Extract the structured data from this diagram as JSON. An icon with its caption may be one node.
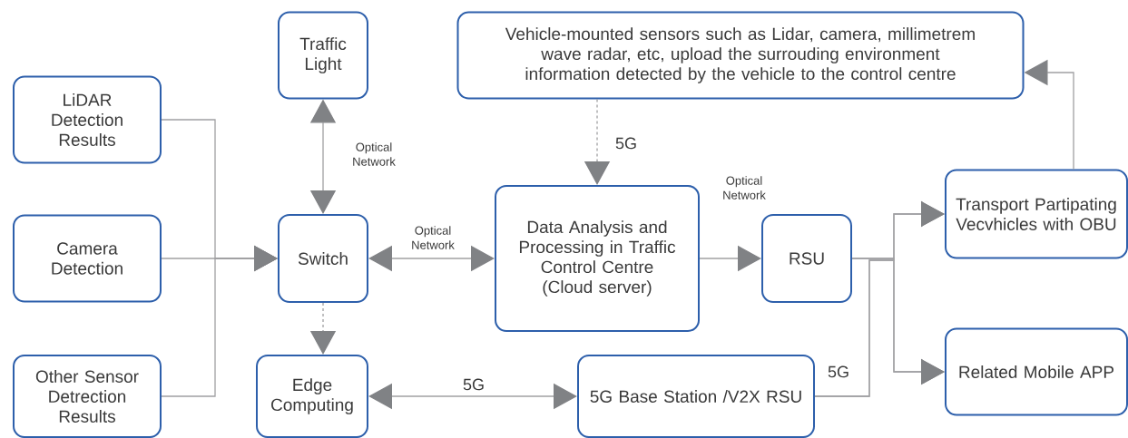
{
  "diagram": {
    "nodes": [
      {
        "text": [
          "LiDAR Detection Results"
        ]
      },
      {
        "text": [
          "Camera Detection"
        ]
      },
      {
        "text": [
          "Other Sensor Detrection Results"
        ]
      },
      {
        "text": [
          "Traffic Light"
        ]
      },
      {
        "text": [
          "Switch"
        ]
      },
      {
        "text": [
          "Edge Computing"
        ]
      },
      {
        "text": [
          "Vehicle-mounted sensors such as Lidar, camera, millimetrem wave radar, etc, upload the surrouding environment information detected by the vehicle to the control centre"
        ]
      },
      {
        "text": [
          "Data Analysis and Processing in Traffic Control Centre (Cloud server)"
        ]
      },
      {
        "text": [
          "RSU"
        ]
      },
      {
        "text": [
          "5G Base Station /V2X RSU"
        ]
      },
      {
        "text": [
          "Transport Partipating Vecvhicles with OBU"
        ]
      },
      {
        "text": [
          "Related Mobile APP"
        ]
      }
    ],
    "edges": [
      {
        "from": 0,
        "to": 4,
        "arrow": "to"
      },
      {
        "from": 1,
        "to": 4,
        "arrow": "to"
      },
      {
        "from": 2,
        "to": 4,
        "arrow": "to"
      },
      {
        "from": 4,
        "to": 3,
        "arrow": "both",
        "label": "Optical Network"
      },
      {
        "from": 4,
        "to": 7,
        "arrow": "both",
        "label": "Optical Network"
      },
      {
        "from": 4,
        "to": 5,
        "arrow": "to",
        "style": "dashed"
      },
      {
        "from": 6,
        "to": 7,
        "arrow": "to",
        "style": "dashed",
        "label": "5G"
      },
      {
        "from": 7,
        "to": 8,
        "arrow": "to",
        "label": "Optical Network"
      },
      {
        "from": 9,
        "to": 5,
        "arrow": "both",
        "label": "5G"
      },
      {
        "from": 8,
        "to": 10,
        "arrow": "to"
      },
      {
        "from": 8,
        "to": 11,
        "arrow": "to"
      },
      {
        "from": 9,
        "to": 10,
        "arrow": "to",
        "label": "5G"
      },
      {
        "from": 9,
        "to": 11,
        "arrow": "to"
      },
      {
        "from": 10,
        "to": 6,
        "arrow": "to"
      }
    ]
  }
}
